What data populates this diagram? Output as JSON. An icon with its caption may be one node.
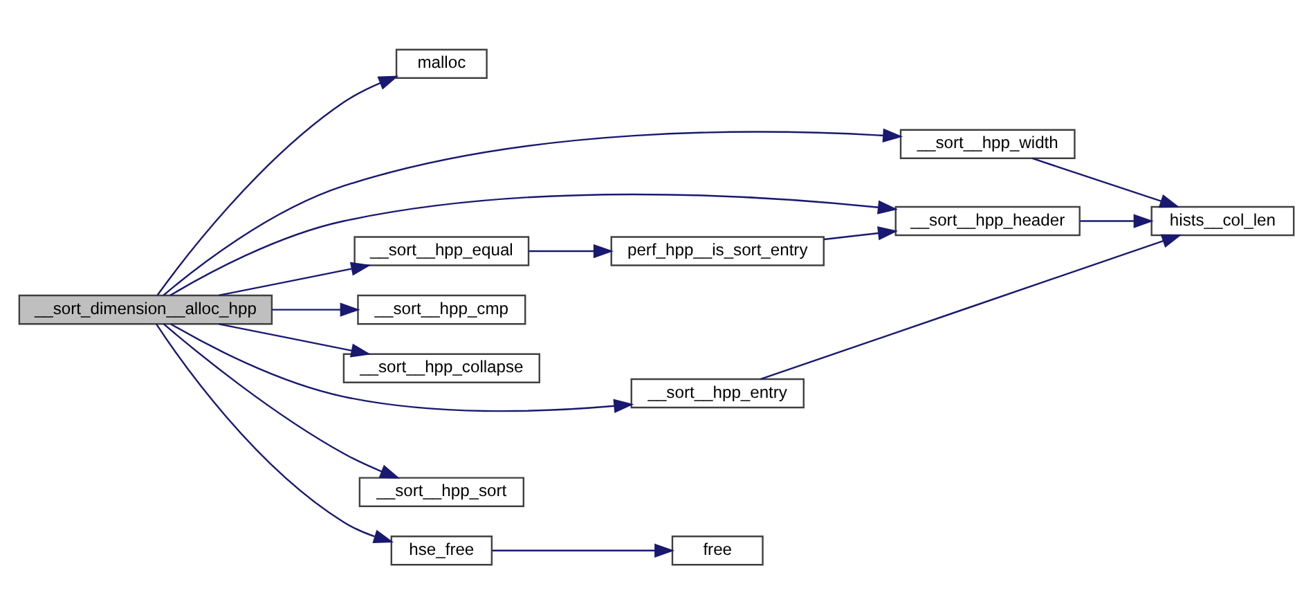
{
  "diagram": {
    "nodes": [
      {
        "text": [
          "__sort_dimension__alloc_hpp"
        ]
      },
      {
        "text": [
          "malloc"
        ]
      },
      {
        "text": [
          "__sort__hpp_width"
        ]
      },
      {
        "text": [
          "__sort__hpp_header"
        ]
      },
      {
        "text": [
          "__sort__hpp_equal"
        ]
      },
      {
        "text": [
          "perf_hpp__is_sort_entry"
        ]
      },
      {
        "text": [
          "hists__col_len"
        ]
      },
      {
        "text": [
          "__sort__hpp_cmp"
        ]
      },
      {
        "text": [
          "__sort__hpp_collapse"
        ]
      },
      {
        "text": [
          "__sort__hpp_entry"
        ]
      },
      {
        "text": [
          "__sort__hpp_sort"
        ]
      },
      {
        "text": [
          "hse_free"
        ]
      },
      {
        "text": [
          "free"
        ]
      }
    ],
    "edges": [
      {
        "from": 0,
        "to": 1,
        "arrow": "to"
      },
      {
        "from": 0,
        "to": 2,
        "arrow": "to"
      },
      {
        "from": 0,
        "to": 3,
        "arrow": "to"
      },
      {
        "from": 0,
        "to": 4,
        "arrow": "to"
      },
      {
        "from": 0,
        "to": 7,
        "arrow": "to"
      },
      {
        "from": 0,
        "to": 8,
        "arrow": "to"
      },
      {
        "from": 0,
        "to": 10,
        "arrow": "to"
      },
      {
        "from": 0,
        "to": 9,
        "arrow": "to"
      },
      {
        "from": 0,
        "to": 11,
        "arrow": "to"
      },
      {
        "from": 2,
        "to": 6,
        "arrow": "to"
      },
      {
        "from": 3,
        "to": 6,
        "arrow": "to"
      },
      {
        "from": 4,
        "to": 5,
        "arrow": "to"
      },
      {
        "from": 5,
        "to": 3,
        "arrow": "to"
      },
      {
        "from": 9,
        "to": 6,
        "arrow": "to"
      },
      {
        "from": 11,
        "to": 12,
        "arrow": "to"
      }
    ]
  }
}
